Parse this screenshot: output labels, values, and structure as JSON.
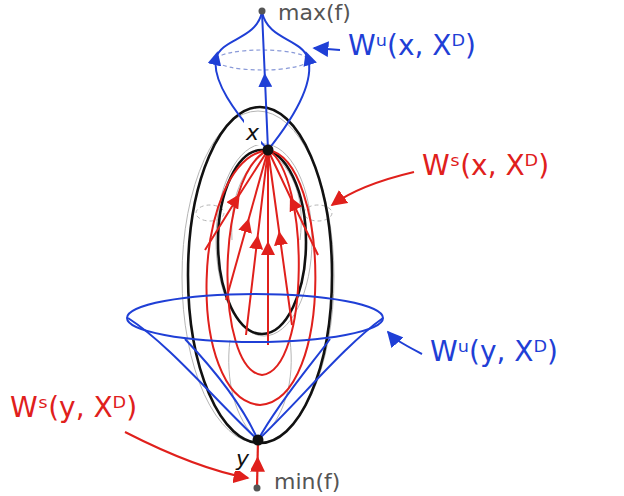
{
  "diagram": {
    "labels": [
      "max(f)",
      "Wᵘ(x, Xᴰ)",
      "x",
      "Wˢ(x, Xᴰ)",
      "Wᵘ(y, Xᴰ)",
      "y",
      "Wˢ(y, Xᴰ)",
      "min(f)"
    ]
  }
}
